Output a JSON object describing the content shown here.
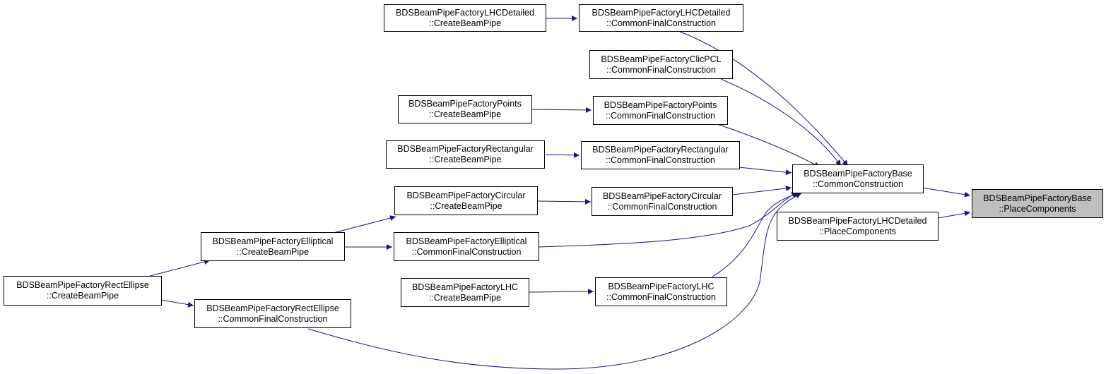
{
  "colors": {
    "edge": "#191970",
    "node_border": "#000000",
    "node_fill": "#ffffff",
    "current_fill": "#bfbfbf"
  },
  "nodes": {
    "lhcd_create": {
      "line1": "BDSBeamPipeFactoryLHCDetailed",
      "line2": "::CreateBeamPipe"
    },
    "lhcd_cfc": {
      "line1": "BDSBeamPipeFactoryLHCDetailed",
      "line2": "::CommonFinalConstruction"
    },
    "clicpcl_cfc": {
      "line1": "BDSBeamPipeFactoryClicPCL",
      "line2": "::CommonFinalConstruction"
    },
    "points_create": {
      "line1": "BDSBeamPipeFactoryPoints",
      "line2": "::CreateBeamPipe"
    },
    "points_cfc": {
      "line1": "BDSBeamPipeFactoryPoints",
      "line2": "::CommonFinalConstruction"
    },
    "rect_create": {
      "line1": "BDSBeamPipeFactoryRectangular",
      "line2": "::CreateBeamPipe"
    },
    "rect_cfc": {
      "line1": "BDSBeamPipeFactoryRectangular",
      "line2": "::CommonFinalConstruction"
    },
    "base_cc": {
      "line1": "BDSBeamPipeFactoryBase",
      "line2": "::CommonConstruction"
    },
    "base_pc": {
      "line1": "BDSBeamPipeFactoryBase",
      "line2": "::PlaceComponents"
    },
    "circ_create": {
      "line1": "BDSBeamPipeFactoryCircular",
      "line2": "::CreateBeamPipe"
    },
    "circ_cfc": {
      "line1": "BDSBeamPipeFactoryCircular",
      "line2": "::CommonFinalConstruction"
    },
    "lhcd_pc": {
      "line1": "BDSBeamPipeFactoryLHCDetailed",
      "line2": "::PlaceComponents"
    },
    "ell_create": {
      "line1": "BDSBeamPipeFactoryElliptical",
      "line2": "::CreateBeamPipe"
    },
    "ell_cfc": {
      "line1": "BDSBeamPipeFactoryElliptical",
      "line2": "::CommonFinalConstruction"
    },
    "rectell_create": {
      "line1": "BDSBeamPipeFactoryRectEllipse",
      "line2": "::CreateBeamPipe"
    },
    "lhc_create": {
      "line1": "BDSBeamPipeFactoryLHC",
      "line2": "::CreateBeamPipe"
    },
    "lhc_cfc": {
      "line1": "BDSBeamPipeFactoryLHC",
      "line2": "::CommonFinalConstruction"
    },
    "rectell_cfc": {
      "line1": "BDSBeamPipeFactoryRectEllipse",
      "line2": "::CommonFinalConstruction"
    }
  }
}
